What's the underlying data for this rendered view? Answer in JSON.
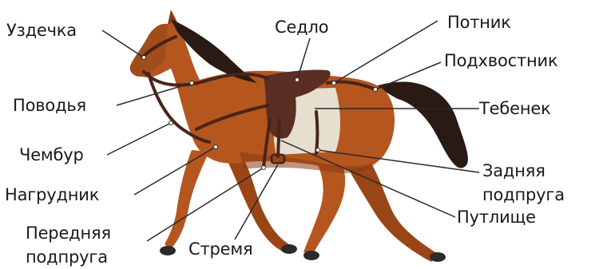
{
  "labels": {
    "uzdechka": "Уздечка",
    "sedlo": "Седло",
    "potnik": "Потник",
    "podkhvostnik": "Подхвостник",
    "povodya": "Поводья",
    "tebenek": "Тебенек",
    "chembur": "Чембур",
    "zadnyaya_podpruga_1": "Задняя",
    "zadnyaya_podpruga_2": "подпруга",
    "nagrudnik": "Нагрудник",
    "putlishche": "Путлище",
    "perednyaya_podpruga_1": "Передняя",
    "perednyaya_podpruga_2": "подпруга",
    "stremya": "Стремя"
  },
  "colors": {
    "coat": "#b5561f",
    "coat_shadow": "#8a3b12",
    "mane_tail": "#2a1a14",
    "leather": "#4a2418",
    "saddle": "#5a2e22",
    "saddle_cloth": "#e6dfcf",
    "hoof": "#2b2b2b",
    "leader_line": "#2a2a2a"
  }
}
